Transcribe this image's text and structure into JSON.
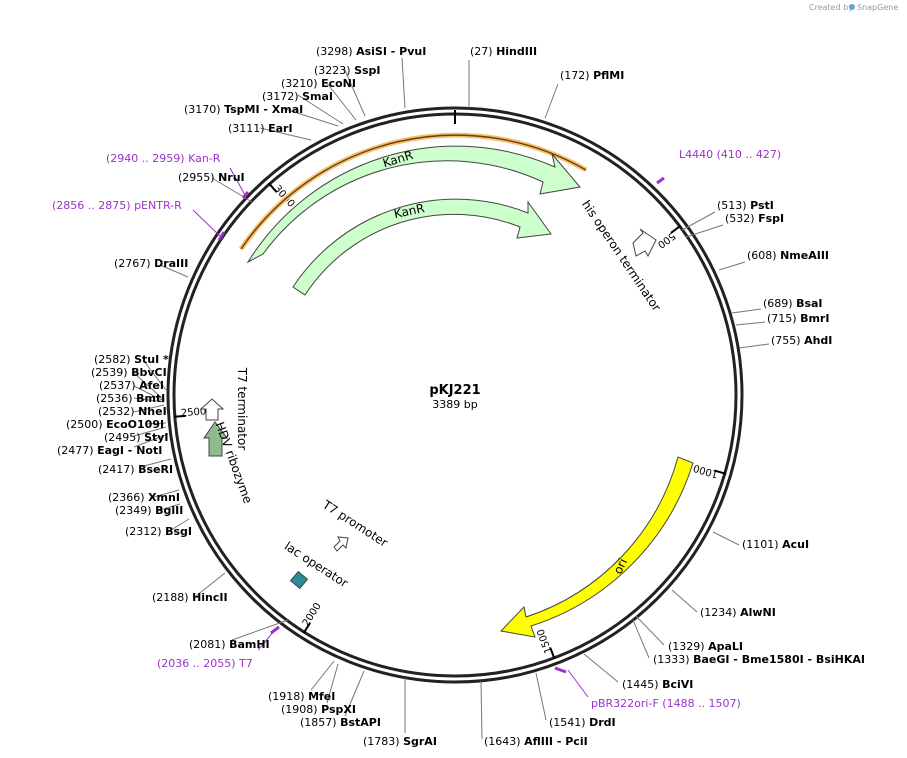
{
  "credit": "Created by",
  "brand": "SnapGene",
  "plasmid": {
    "name": "pKJ221",
    "size": "3389 bp",
    "length": 3389
  },
  "ticks": [
    {
      "pos": 500,
      "label": "500"
    },
    {
      "pos": 1000,
      "label": "1000"
    },
    {
      "pos": 1500,
      "label": "1500"
    },
    {
      "pos": 2000,
      "label": "2000"
    },
    {
      "pos": 2500,
      "label": "2500"
    },
    {
      "pos": 3000,
      "label": "3000"
    }
  ],
  "sites": [
    {
      "id": "hindiii",
      "name": "HindIII",
      "pos": "(27)"
    },
    {
      "id": "pflmi",
      "name": "PflMI",
      "pos": "(172)"
    },
    {
      "id": "psti",
      "name": "PstI",
      "pos": "(513)"
    },
    {
      "id": "fspi",
      "name": "FspI",
      "pos": "(532)"
    },
    {
      "id": "nmeaiii",
      "name": "NmeAIII",
      "pos": "(608)"
    },
    {
      "id": "bsai",
      "name": "BsaI",
      "pos": "(689)"
    },
    {
      "id": "bmri",
      "name": "BmrI",
      "pos": "(715)"
    },
    {
      "id": "ahdi",
      "name": "AhdI",
      "pos": "(755)"
    },
    {
      "id": "acui",
      "name": "AcuI",
      "pos": "(1101)"
    },
    {
      "id": "alwni",
      "name": "AlwNI",
      "pos": "(1234)"
    },
    {
      "id": "apali",
      "name": "ApaLI",
      "pos": "(1329)"
    },
    {
      "id": "baegi",
      "name": "BaeGI  - Bme1580I  - BsiHKAI",
      "pos": "(1333)"
    },
    {
      "id": "bcivi",
      "name": "BciVI",
      "pos": "(1445)"
    },
    {
      "id": "drdi",
      "name": "DrdI",
      "pos": "(1541)"
    },
    {
      "id": "afliii",
      "name": "AflIII  - PciI",
      "pos": "(1643)"
    },
    {
      "id": "sgrai",
      "name": "SgrAI",
      "pos": "(1783)"
    },
    {
      "id": "bstapi",
      "name": "BstAPI",
      "pos": "(1857)"
    },
    {
      "id": "pspxi",
      "name": "PspXI",
      "pos": "(1908)"
    },
    {
      "id": "mfei",
      "name": "MfeI",
      "pos": "(1918)"
    },
    {
      "id": "bamhi",
      "name": "BamHI",
      "pos": "(2081)"
    },
    {
      "id": "hincii",
      "name": "HincII",
      "pos": "(2188)"
    },
    {
      "id": "bsgi",
      "name": "BsgI",
      "pos": "(2312)"
    },
    {
      "id": "bglii",
      "name": "BglII",
      "pos": "(2349)"
    },
    {
      "id": "xmni",
      "name": "XmnI",
      "pos": "(2366)"
    },
    {
      "id": "bseri",
      "name": "BseRI",
      "pos": "(2417)"
    },
    {
      "id": "eagi",
      "name": "EagI  - NotI",
      "pos": "(2477)"
    },
    {
      "id": "styi",
      "name": "StyI",
      "pos": "(2495)"
    },
    {
      "id": "ecoo109i",
      "name": "EcoO109I",
      "pos": "(2500)"
    },
    {
      "id": "nhei",
      "name": "NheI",
      "pos": "(2532)"
    },
    {
      "id": "bmti",
      "name": "BmtI",
      "pos": "(2536)"
    },
    {
      "id": "afei",
      "name": "AfeI",
      "pos": "(2537)"
    },
    {
      "id": "bbvci",
      "name": "BbvCI",
      "pos": "(2539)"
    },
    {
      "id": "stui",
      "name": "StuI *",
      "pos": "(2582)"
    },
    {
      "id": "draiii",
      "name": "DraIII",
      "pos": "(2767)"
    },
    {
      "id": "nrui",
      "name": "NruI",
      "pos": "(2955)"
    },
    {
      "id": "eari",
      "name": "EarI",
      "pos": "(3111)"
    },
    {
      "id": "tspmi",
      "name": "TspMI  - XmaI",
      "pos": "(3170)"
    },
    {
      "id": "smai",
      "name": "SmaI",
      "pos": "(3172)"
    },
    {
      "id": "econi",
      "name": "EcoNI",
      "pos": "(3210)"
    },
    {
      "id": "sspi",
      "name": "SspI",
      "pos": "(3223)"
    },
    {
      "id": "asisi",
      "name": "AsiSI  - PvuI",
      "pos": "(3298)"
    }
  ],
  "primers": [
    {
      "id": "l4440",
      "name": "L4440",
      "range": "(410 .. 427)"
    },
    {
      "id": "pbr322ori-f",
      "name": "pBR322ori-F",
      "range": "(1488 .. 1507)"
    },
    {
      "id": "t7",
      "name": "T7",
      "range": "(2036 .. 2055)"
    },
    {
      "id": "pentr-r",
      "name": "pENTR-R",
      "range": "(2856 .. 2875)"
    },
    {
      "id": "kan-r",
      "name": "Kan-R",
      "range": "(2940 .. 2959)"
    }
  ],
  "features": [
    {
      "id": "kanr-outer",
      "label": "KanR",
      "color": "#ccffcc"
    },
    {
      "id": "kanr-inner",
      "label": "KanR",
      "color": "#ccffcc"
    },
    {
      "id": "ori",
      "label": "ori",
      "color": "#ffff00"
    },
    {
      "id": "his-operon-terminator",
      "label": "his operon terminator",
      "color": "#ffffff"
    },
    {
      "id": "t7-terminator",
      "label": "T7 terminator",
      "color": "#ffffff"
    },
    {
      "id": "hdv-ribozyme",
      "label": "HDV ribozyme",
      "color": "#8fbc8f"
    },
    {
      "id": "t7-promoter",
      "label": "T7 promoter",
      "color": "#ffffff"
    },
    {
      "id": "lac-operator",
      "label": "lac operator",
      "color": "#2e8b9a"
    }
  ],
  "colors": {
    "primer": "#9933cc",
    "kan_outer_highlight": "#f2c26b",
    "backbone": "#222222"
  }
}
